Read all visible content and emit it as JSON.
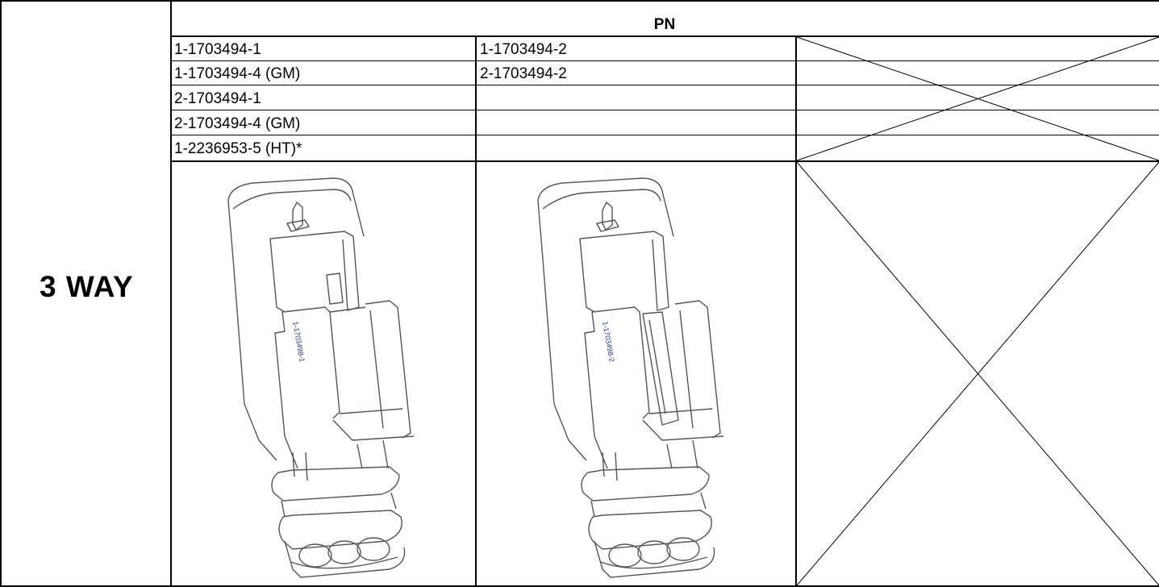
{
  "table": {
    "header": "PN",
    "row_label": "3 WAY",
    "part_numbers": [
      [
        "1-1703494-1",
        "1-1703494-2",
        ""
      ],
      [
        "1-1703494-4 (GM)",
        "2-1703494-2",
        ""
      ],
      [
        "2-1703494-1",
        "",
        ""
      ],
      [
        "2-1703494-4 (GM)",
        "",
        ""
      ],
      [
        "1-2236953-5 (HT)*",
        "",
        ""
      ]
    ],
    "drawings": [
      {
        "imprint": "1-1703498-1"
      },
      {
        "imprint": "1-1703498-2"
      }
    ]
  }
}
